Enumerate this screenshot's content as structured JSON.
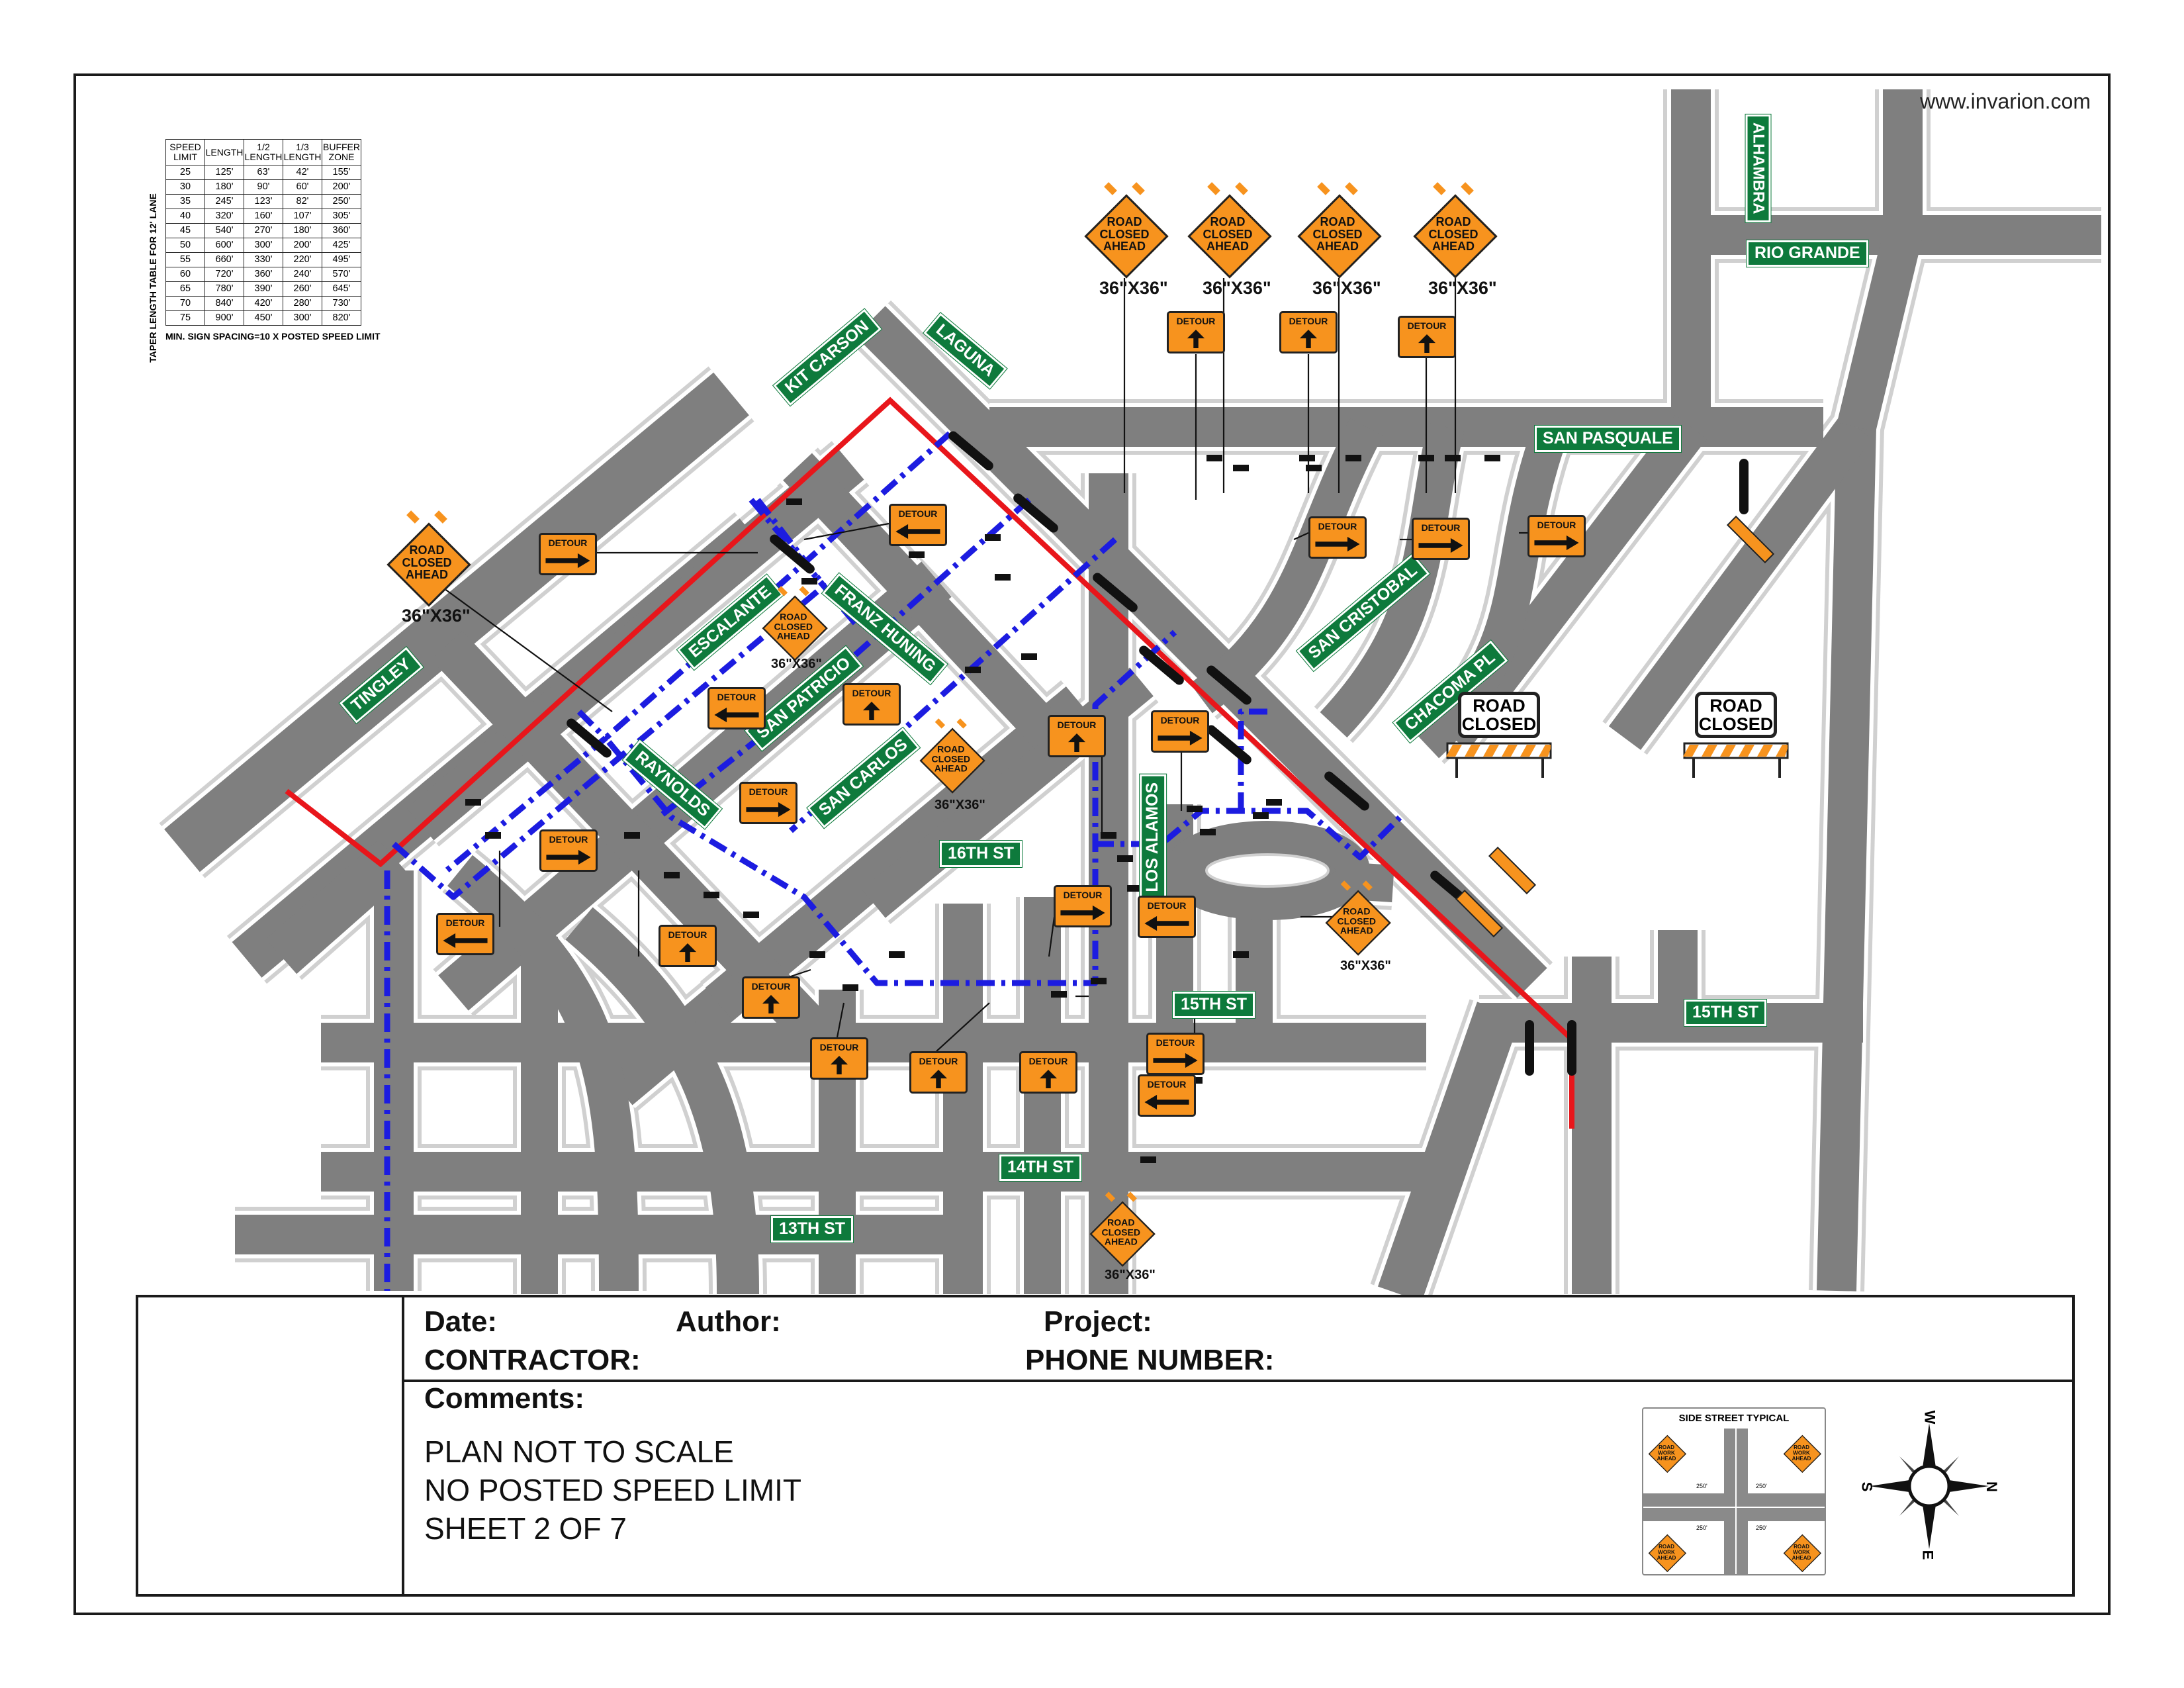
{
  "website": "www.invarion.com",
  "taper_table": {
    "headers": [
      "SPEED LIMIT",
      "LENGTH",
      "1/2 LENGTH",
      "1/3 LENGTH",
      "BUFFER ZONE"
    ],
    "side_label": "TAPER LENGTH TABLE FOR 12' LANE",
    "rows": [
      [
        "25",
        "125'",
        "63'",
        "42'",
        "155'"
      ],
      [
        "30",
        "180'",
        "90'",
        "60'",
        "200'"
      ],
      [
        "35",
        "245'",
        "123'",
        "82'",
        "250'"
      ],
      [
        "40",
        "320'",
        "160'",
        "107'",
        "305'"
      ],
      [
        "45",
        "540'",
        "270'",
        "180'",
        "360'"
      ],
      [
        "50",
        "600'",
        "300'",
        "200'",
        "425'"
      ],
      [
        "55",
        "660'",
        "330'",
        "220'",
        "495'"
      ],
      [
        "60",
        "720'",
        "360'",
        "240'",
        "570'"
      ],
      [
        "65",
        "780'",
        "390'",
        "260'",
        "645'"
      ],
      [
        "70",
        "840'",
        "420'",
        "280'",
        "730'"
      ],
      [
        "75",
        "900'",
        "450'",
        "300'",
        "820'"
      ]
    ],
    "note": "MIN. SIGN SPACING=10 X POSTED SPEED LIMIT"
  },
  "streets": {
    "alhambra": "ALHAMBRA",
    "rio_grande": "RIO GRANDE",
    "san_pasquale": "SAN PASQUALE",
    "kit_carson": "KIT CARSON",
    "laguna": "LAGUNA",
    "tingley": "TINGLEY",
    "escalante": "ESCALANTE",
    "franz_huning": "FRANZ HUNING",
    "san_patricio": "SAN PATRICIO",
    "san_carlos": "SAN CARLOS",
    "raynolds": "RAYNOLDS",
    "san_cristobal": "SAN CRISTOBAL",
    "chacoma_pl": "CHACOMA PL",
    "los_alamos": "LOS ALAMOS",
    "st16": "16TH ST",
    "st15a": "15TH ST",
    "st15b": "15TH ST",
    "st14": "14TH ST",
    "st13": "13TH ST"
  },
  "signs": {
    "road_closed_ahead": [
      "ROAD",
      "CLOSED",
      "AHEAD"
    ],
    "size_label": "36\"X36\"",
    "detour": "DETOUR",
    "road_closed": [
      "ROAD",
      "CLOSED"
    ]
  },
  "title_block": {
    "date": "Date:",
    "author": "Author:",
    "project": "Project:",
    "contractor": "CONTRACTOR:",
    "phone": "PHONE NUMBER:",
    "comments": "Comments:",
    "lines": [
      "PLAN NOT TO SCALE",
      "NO POSTED SPEED LIMIT",
      "SHEET 2 OF 7"
    ]
  },
  "inset": {
    "title": "SIDE STREET TYPICAL",
    "sign": [
      "ROAD",
      "WORK",
      "AHEAD"
    ],
    "dist": "250'"
  },
  "compass": {
    "n": "N",
    "s": "S",
    "e": "E",
    "w": "W"
  },
  "colors": {
    "road": "#7f7f7f",
    "road_edge": "#d0d0d0",
    "closure_line": "#e8161b",
    "detour_route": "#1c1ce0",
    "sign_orange": "#f7931e",
    "street_sign_green": "#0e7a3c"
  }
}
